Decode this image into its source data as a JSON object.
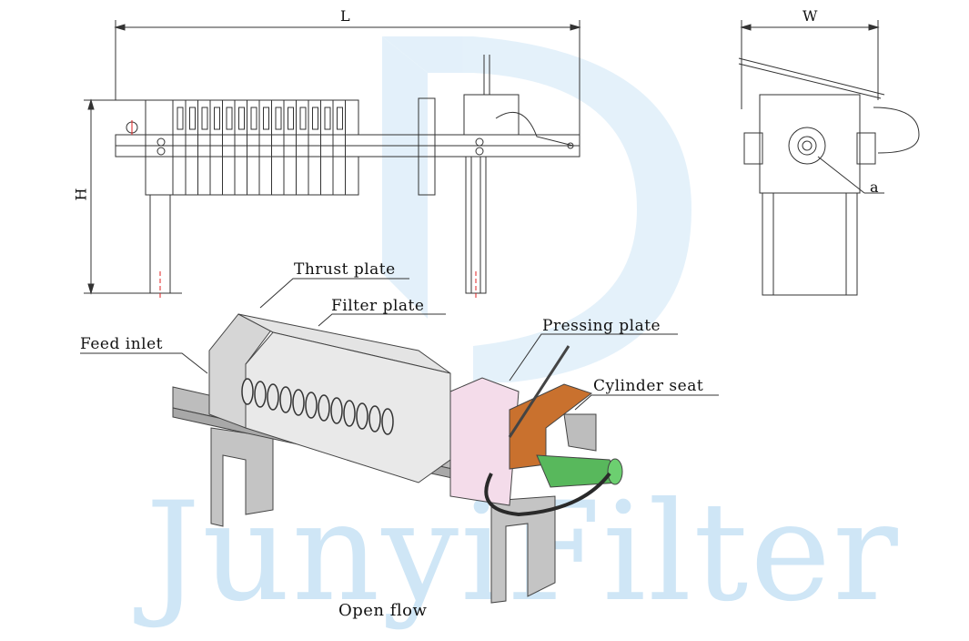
{
  "watermark": {
    "text": "JunyiFilter",
    "color": "#cfe6f6"
  },
  "dimensions": {
    "length": "L",
    "width": "W",
    "height": "H",
    "port": "a"
  },
  "callouts": {
    "thrust_plate": "Thrust plate",
    "filter_plate": "Filter plate",
    "feed_inlet": "Feed inlet",
    "pressing_plate": "Pressing plate",
    "cylinder_seat": "Cylinder seat"
  },
  "caption": "Open flow",
  "colors": {
    "line": "#333333",
    "frame": "#b8b8b8",
    "plates": "#e8e8e8",
    "cylinder_seat": "#c9712e",
    "cylinder": "#58b85c",
    "marker": "#e02020"
  }
}
